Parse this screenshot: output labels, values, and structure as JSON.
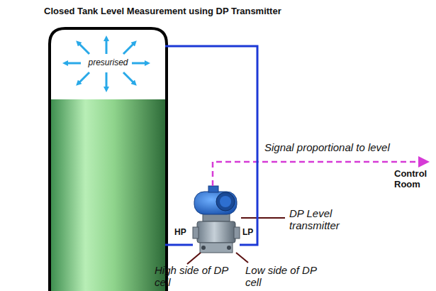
{
  "diagram": {
    "title": "Closed Tank Level Measurement using DP Transmitter",
    "nodes": [
      {
        "text": [
          "presurised"
        ]
      },
      {
        "text": [
          "HP",
          "LP"
        ]
      }
    ],
    "edges": [
      {
        "from": 0,
        "to": 1,
        "arrow": "none"
      },
      {
        "from": 0,
        "to": 1,
        "arrow": "none"
      }
    ],
    "labels": [
      "Signal proportional to level",
      "Control Room",
      "DP Level transmitter",
      "High side of DP cell",
      "Low side of DP cell"
    ]
  }
}
